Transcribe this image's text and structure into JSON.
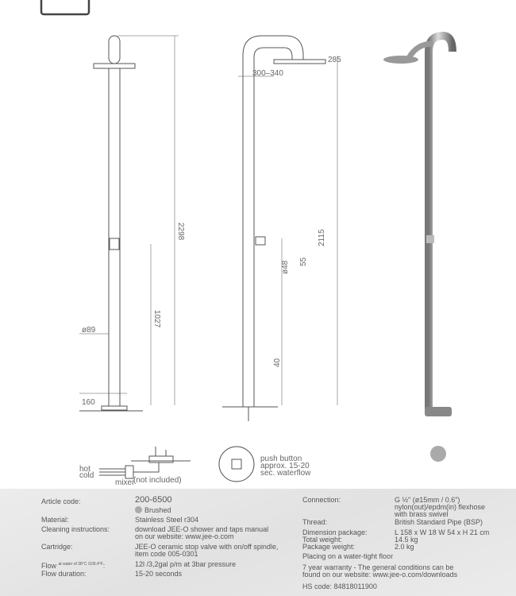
{
  "drawing": {
    "dims": {
      "d285": "285",
      "d300_340": "300–340",
      "d2298": "2298",
      "d2115": "2115",
      "d1027": "1027",
      "d89": "ø89",
      "d48": "ø48",
      "d55": "55",
      "d40": "40",
      "d160": "160"
    },
    "hot": "hot",
    "cold": "cold",
    "mixer": "mixer",
    "mixer_note": "(not included)",
    "push_note": [
      "push button",
      "approx. 15-20",
      "sec. waterflow"
    ]
  },
  "specs": {
    "article_code_label": "Article code:",
    "article_code": "200-6500",
    "finish": "Brushed",
    "material_label": "Material:",
    "material": "Stainless Steel r304",
    "cleaning_label": "Cleaning instructions:",
    "cleaning": [
      "download JEE-O shower and taps manual",
      "on our website: www.jee-o.com"
    ],
    "cartridge_label": "Cartridge:",
    "cartridge": [
      "JEE-O ceramic stop valve with on/off spindle,",
      "item code 005-0301"
    ],
    "flow_label": "Flow",
    "flow_note": "at water of 38°C /100.4°F",
    "flow": "12l /3,2gal p/m at 3bar pressure",
    "flow_duration_label": "Flow duration:",
    "flow_duration": "15-20 seconds",
    "connection_label": "Connection:",
    "connection": [
      "G ½\" (ø15mm / 0.6\")",
      "nylon(out)/epdm(in) flexhose",
      "with brass swivel"
    ],
    "thread_label": "Thread:",
    "thread": "British Standard Pipe (BSP)",
    "dimension_label": "Dimension package:",
    "dimension": "L 158 x W 18  W 54 x H 21 cm",
    "total_weight_label": "Total weight:",
    "total_weight": "14.5 kg",
    "package_weight_label": "Package weight:",
    "package_weight": "2.0 kg",
    "placing": "Placing on a water-tight floor",
    "warranty": [
      "7 year warranty - The general conditions can be",
      "found on our website: www.jee-o.com/downloads"
    ],
    "hs_code": "HS code: 84818011900"
  },
  "colors": {
    "finish_swatch": "#aaaaaa"
  }
}
